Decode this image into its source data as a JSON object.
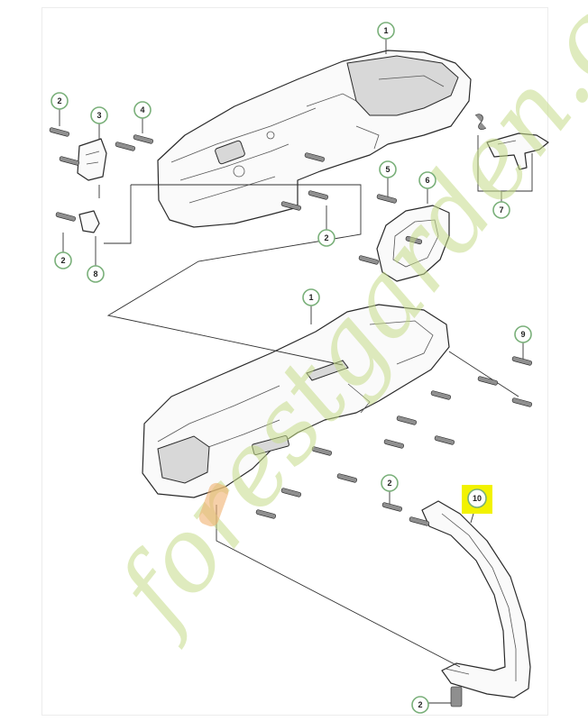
{
  "watermark": {
    "text": "forestgarden.com"
  },
  "highlight": {
    "color": "#f2f200"
  },
  "callouts": {
    "c1_top": "1",
    "c1_mid": "1",
    "c2_upper_left": "2",
    "c2_left": "2",
    "c2_mid": "2",
    "c2_lower": "2",
    "c2_bottom": "2",
    "c3": "3",
    "c4": "4",
    "c5": "5",
    "c6": "6",
    "c7": "7",
    "c8": "8",
    "c9": "9",
    "c10": "10"
  }
}
